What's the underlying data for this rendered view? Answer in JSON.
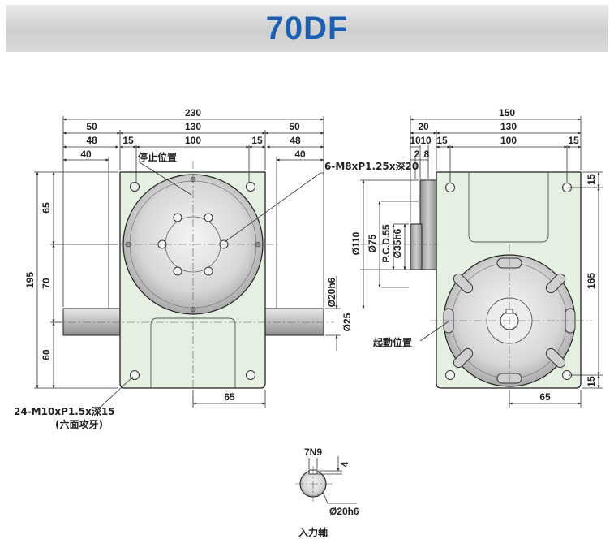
{
  "title": "70DF",
  "front_view": {
    "dims_top": [
      "230",
      "50",
      "130",
      "50",
      "48",
      "15",
      "100",
      "15",
      "48",
      "40",
      "40"
    ],
    "dims_left": [
      "195",
      "65",
      "70",
      "60"
    ],
    "dims_right": [
      "Ø20h6",
      "Ø25"
    ],
    "dim_bottom": "65",
    "label_stop": "停止位置",
    "label_hole": "6-M8xP1.25x深20",
    "label_tap": "24-M10xP1.5x深15",
    "label_tap_note": "(六面攻牙)"
  },
  "side_view": {
    "dims_top": [
      "150",
      "20",
      "130",
      "10",
      "10",
      "15",
      "100",
      "15",
      "2",
      "8"
    ],
    "dims_left": [
      "Ø110",
      "Ø75",
      "P.C.D.55",
      "Ø35h6"
    ],
    "dims_right": [
      "15",
      "165",
      "15"
    ],
    "dim_bottom": "65",
    "label_start": "起動位置"
  },
  "shaft_detail": {
    "dim_key": "7N9",
    "dim_depth": "4",
    "dim_dia": "Ø20h6",
    "label": "入力軸"
  }
}
